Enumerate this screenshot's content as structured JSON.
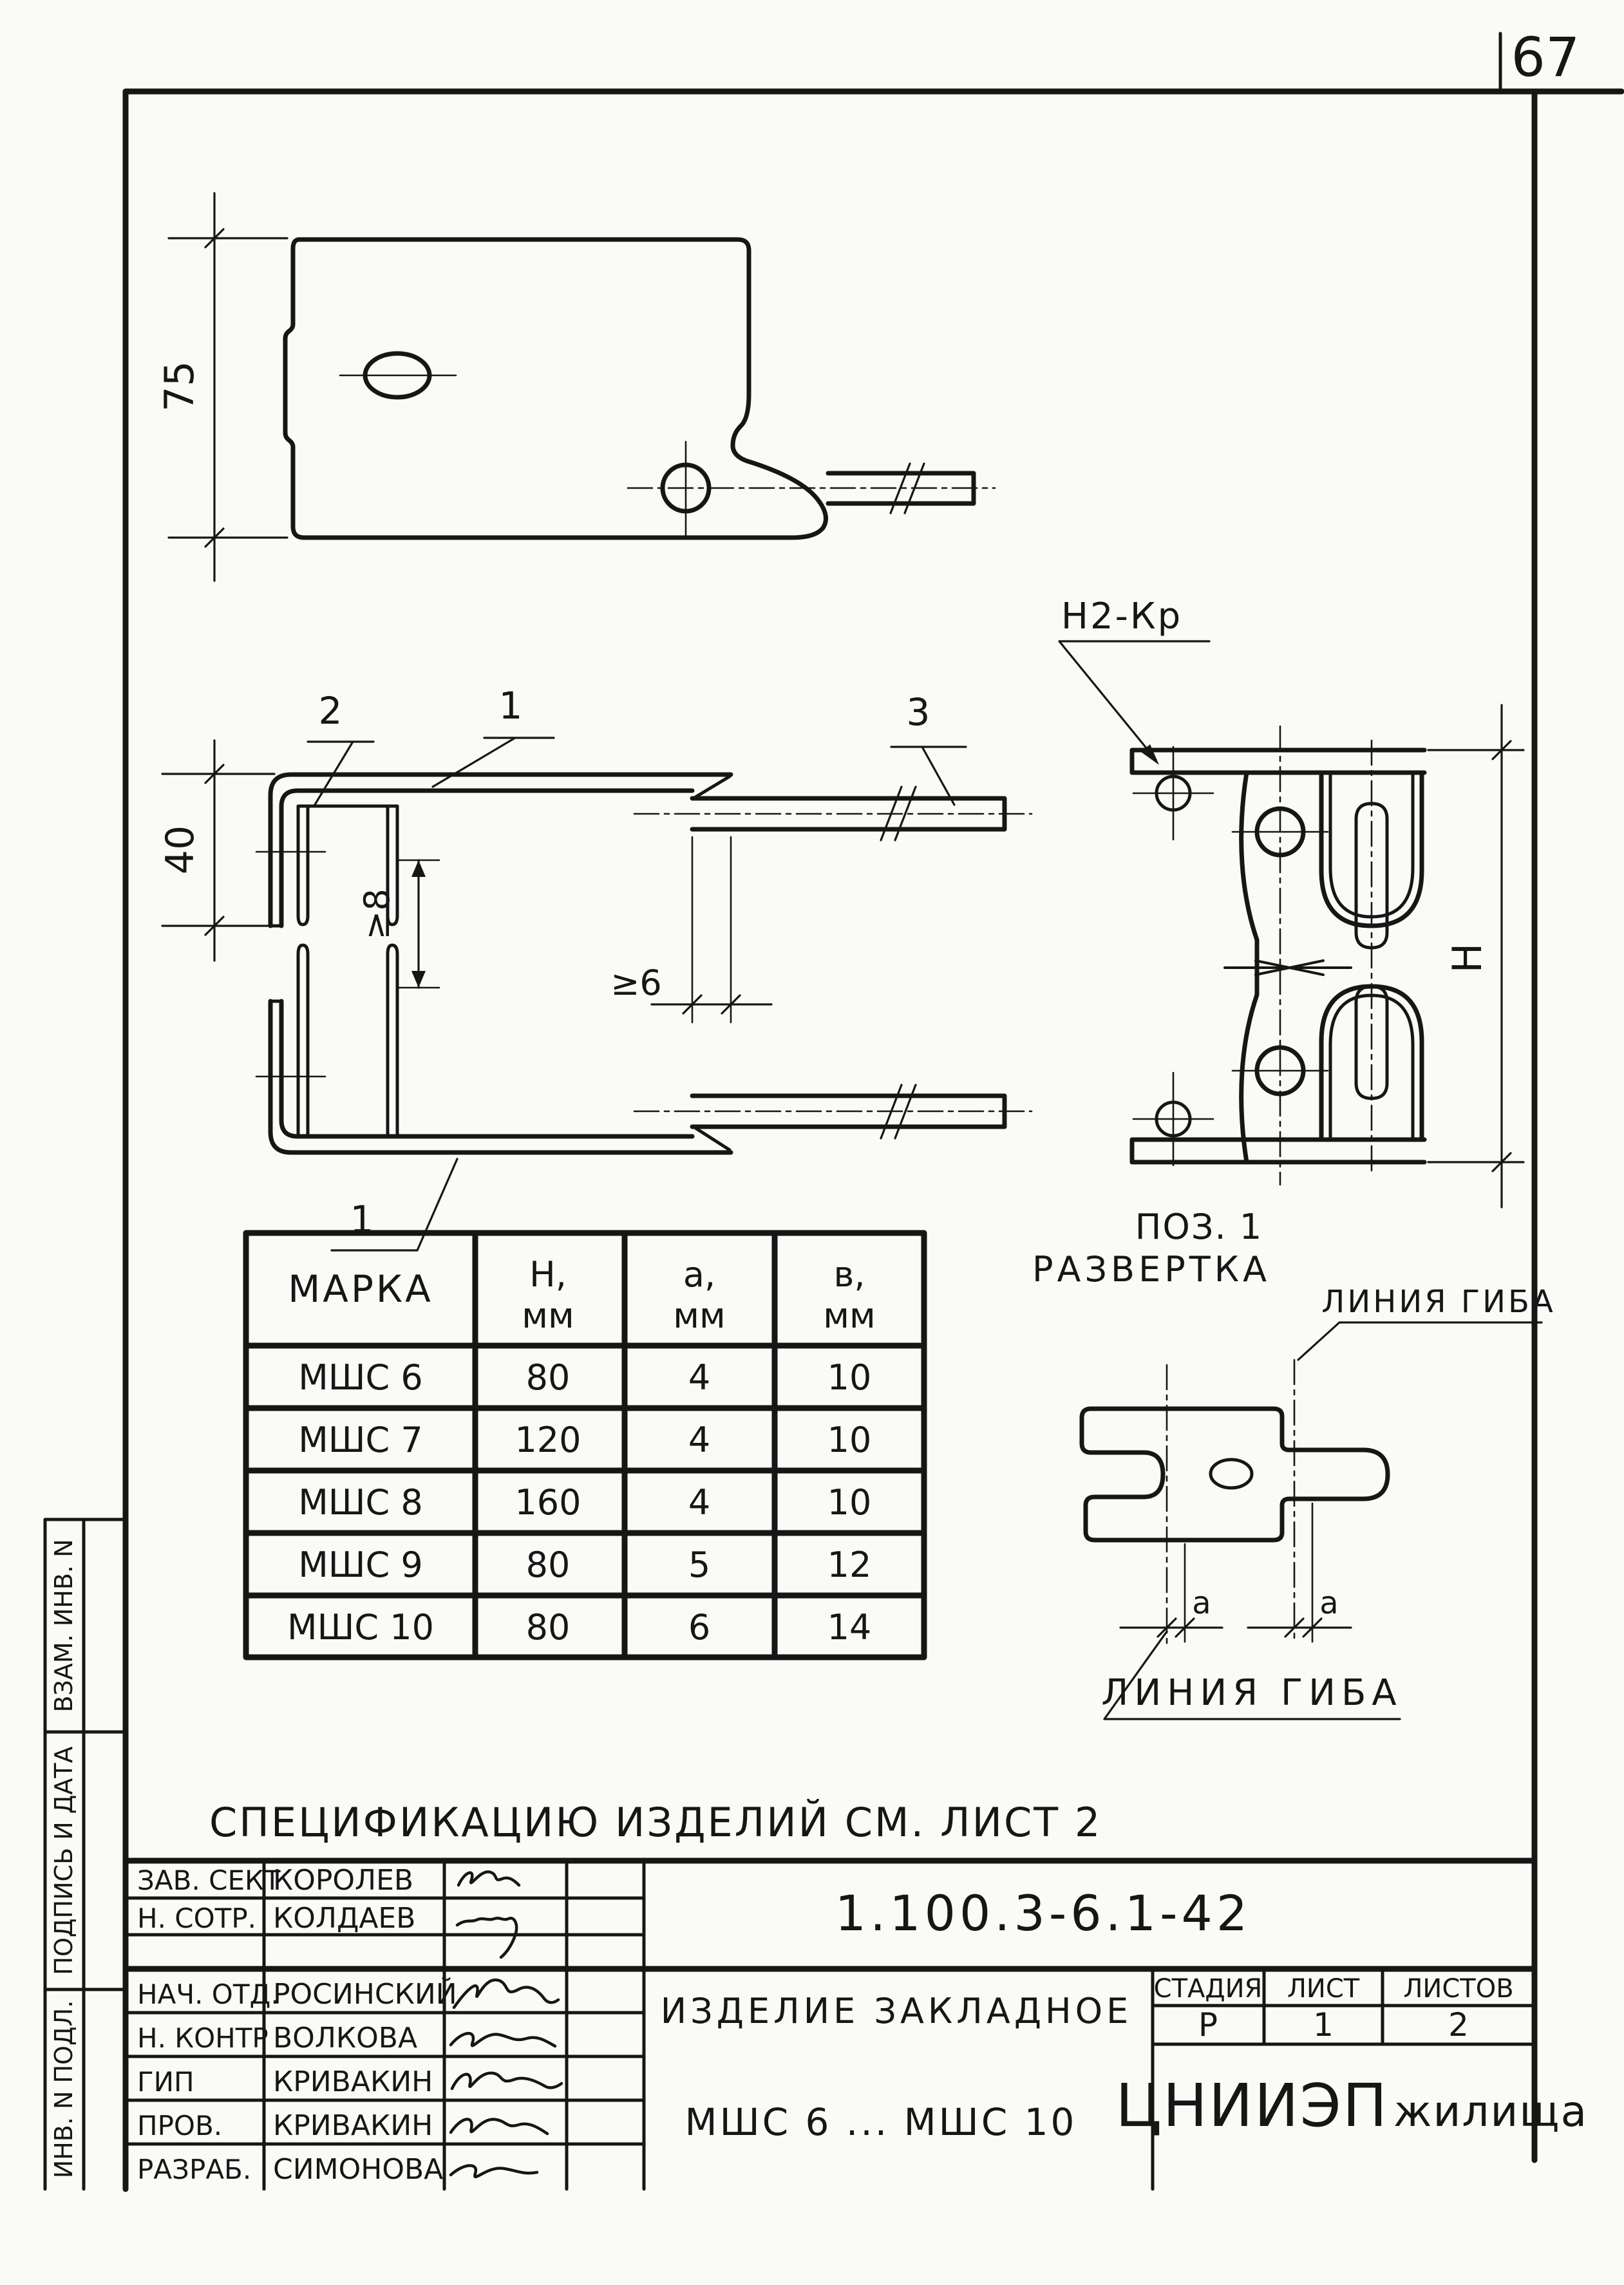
{
  "colors": {
    "ink": "#161616",
    "paper": "#fafaf7"
  },
  "page": {
    "number": "67"
  },
  "views": {
    "top": {
      "dim_height": "75"
    },
    "front": {
      "dim_channel": "40",
      "dim_gap": "≥8",
      "dim_weld": "≥6",
      "pos_tab": "2",
      "pos_channel_top": "1",
      "pos_channel_bottom": "1",
      "pos_anchor": "3"
    },
    "side": {
      "weld_mark": "Н2-Кр",
      "dim_total": "Н"
    },
    "flat": {
      "pos": "ПОЗ. 1",
      "name": "РАЗВЕРТКА",
      "bend_top": "ЛИНИЯ ГИБА",
      "bend_bottom": "ЛИНИЯ ГИБА",
      "dim_a_left": "а",
      "dim_a_right": "а"
    }
  },
  "table": {
    "head": {
      "mark": "МАРКА",
      "h": "Н,",
      "h_u": "мм",
      "a": "а,",
      "a_u": "мм",
      "b": "в,",
      "b_u": "мм"
    },
    "rows": [
      {
        "mark": "МШС 6",
        "h": "80",
        "a": "4",
        "b": "10"
      },
      {
        "mark": "МШС 7",
        "h": "120",
        "a": "4",
        "b": "10"
      },
      {
        "mark": "МШС 8",
        "h": "160",
        "a": "4",
        "b": "10"
      },
      {
        "mark": "МШС 9",
        "h": "80",
        "a": "5",
        "b": "12"
      },
      {
        "mark": "МШС 10",
        "h": "80",
        "a": "6",
        "b": "14"
      }
    ]
  },
  "note": "СПЕЦИФИКАЦИЮ   ИЗДЕЛИЙ   СМ. ЛИСТ 2",
  "stamp": {
    "doc": "1.100.3-6.1-42",
    "product1": "ИЗДЕЛИЕ ЗАКЛАДНОЕ",
    "product2": "МШС 6 ... МШС 10",
    "org1": "ЦНИИЭП",
    "org2": "жилища",
    "stage_h": "СТАДИЯ",
    "sheet_h": "ЛИСТ",
    "sheets_h": "ЛИСТОВ",
    "stage": "Р",
    "sheet": "1",
    "sheets": "2",
    "rows": [
      {
        "role": "ЗАВ. СЕКТ",
        "name": "КОРОЛЕВ"
      },
      {
        "role": "Н. СОТР.",
        "name": "КОЛДАЕВ"
      },
      {
        "role": "НАЧ. ОТД.",
        "name": "РОСИНСКИЙ"
      },
      {
        "role": "Н. КОНТР",
        "name": "ВОЛКОВА"
      },
      {
        "role": "ГИП",
        "name": "КРИВАКИН"
      },
      {
        "role": "ПРОВ.",
        "name": "КРИВАКИН"
      },
      {
        "role": "РАЗРАБ.",
        "name": "СИМОНОВА"
      }
    ]
  },
  "strip": {
    "c1": "ВЗАМ. ИНВ. N",
    "c2": "ПОДПИСЬ И ДАТА",
    "c3": "ИНВ. N ПОДЛ."
  }
}
